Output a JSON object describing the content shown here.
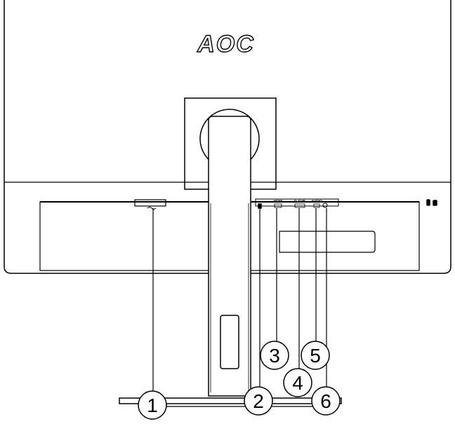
{
  "brand": {
    "logo_text": "AOC"
  },
  "callouts": [
    {
      "number": "1"
    },
    {
      "number": "2"
    },
    {
      "number": "3"
    },
    {
      "number": "4"
    },
    {
      "number": "5"
    },
    {
      "number": "6"
    }
  ],
  "port_labels": {
    "hdmi": "HDMI",
    "dp": "D-SUB",
    "audio_in": "AUDIO"
  },
  "colors": {
    "stroke": "#000000",
    "background": "#ffffff"
  }
}
